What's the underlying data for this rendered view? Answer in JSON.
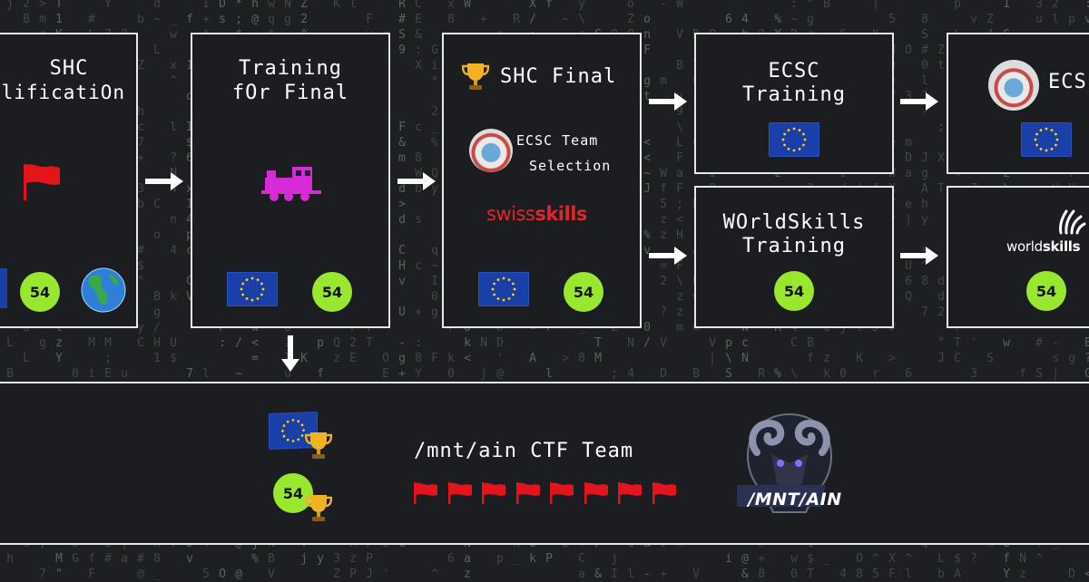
{
  "stages": {
    "qualification": {
      "title_line1": "SHC",
      "title_line2": "alificatiOn",
      "badge": "54"
    },
    "training_final": {
      "title_line1": "Training",
      "title_line2": "fOr Final",
      "badge": "54"
    },
    "shc_final": {
      "title": "SHC Final",
      "ecsc_line1": "ECSC Team",
      "ecsc_line2": "Selection",
      "swiss_a": "swiss",
      "swiss_b": "skills",
      "badge": "54"
    },
    "ecsc_training": {
      "title_line1": "ECSC",
      "title_line2": "Training"
    },
    "ecsc": {
      "title": "ECS"
    },
    "worldskills_training": {
      "title_line1": "WOrldSkills",
      "title_line2": "Training",
      "badge": "54"
    },
    "worldskills": {
      "brand_a": "world",
      "brand_b": "skills",
      "badge": "54"
    }
  },
  "team": {
    "name": "/mnt/ain CTF Team",
    "logo_text": "/MNT/AIN",
    "badge": "54",
    "flag_count": 8
  },
  "colors": {
    "badge": "#9ae72f",
    "eu_blue": "#1a3fa8",
    "eu_star": "#ffd400",
    "red_flag": "#e3141b",
    "swiss_red": "#e0262d",
    "train": "#d62bd6",
    "border": "#e8e8e8",
    "background": "#1e1f22"
  },
  "icons": [
    "trophy-icon",
    "red-flag-icon",
    "train-icon",
    "globe-icon",
    "eu-flag-icon",
    "medal-icon",
    "arrow-right-icon",
    "arrow-down-icon",
    "ram-logo-icon"
  ]
}
